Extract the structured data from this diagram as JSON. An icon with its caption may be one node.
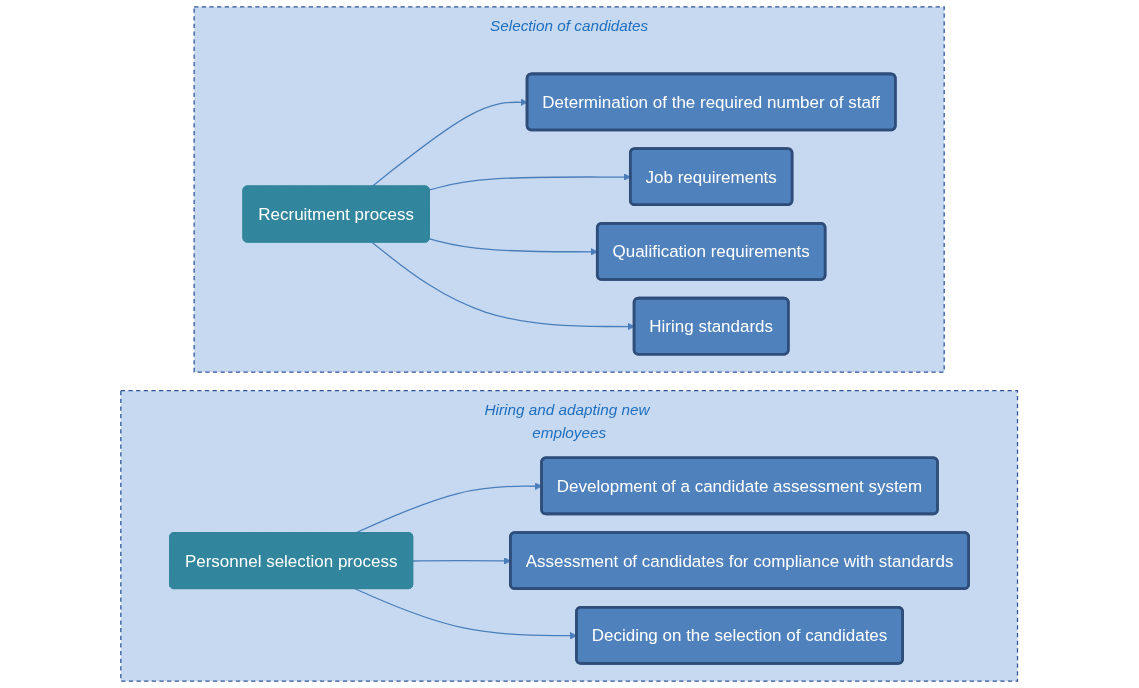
{
  "diagram": {
    "nodes": [
      {
        "text": [
          "Selection of candidates"
        ]
      },
      {
        "text": [
          "Recruitment process"
        ],
        "in": 0
      },
      {
        "text": [
          "Determination of the required number of staff"
        ],
        "in": 0
      },
      {
        "text": [
          "Job requirements"
        ],
        "in": 0
      },
      {
        "text": [
          "Qualification requirements"
        ],
        "in": 0
      },
      {
        "text": [
          "Hiring standards"
        ],
        "in": 0
      },
      {
        "text": [
          "Hiring and adapting new employees"
        ]
      },
      {
        "text": [
          "Personnel selection process"
        ],
        "in": 6
      },
      {
        "text": [
          "Development of a candidate assessment system"
        ],
        "in": 6
      },
      {
        "text": [
          "Assessment of candidates for compliance with standards"
        ],
        "in": 6
      },
      {
        "text": [
          "Deciding on the selection of candidates"
        ],
        "in": 6
      }
    ],
    "edges": [
      {
        "from": 1,
        "to": 2,
        "arrow": "to"
      },
      {
        "from": 1,
        "to": 3,
        "arrow": "to"
      },
      {
        "from": 1,
        "to": 4,
        "arrow": "to"
      },
      {
        "from": 1,
        "to": 5,
        "arrow": "to"
      },
      {
        "from": 7,
        "to": 8,
        "arrow": "to"
      },
      {
        "from": 7,
        "to": 9,
        "arrow": "to"
      },
      {
        "from": 7,
        "to": 10,
        "arrow": "to"
      }
    ]
  }
}
